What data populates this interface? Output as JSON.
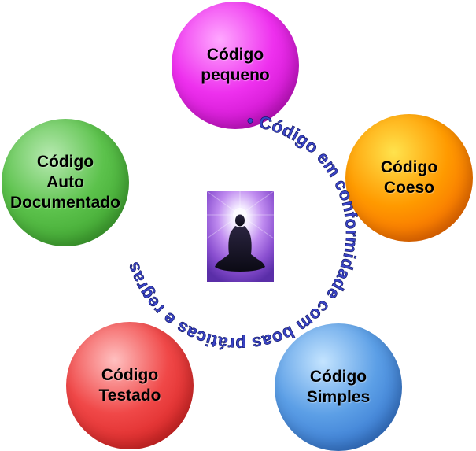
{
  "ring_text": "• Código em conformidade com boas práticas e regras",
  "center_image_icon": "meditating-figure-silhouette",
  "nodes": [
    {
      "id": "pequeno",
      "lines": [
        "Código",
        "pequeno"
      ],
      "color_light": "#ffa8ff",
      "color_mid": "#ee30ee",
      "color_dark": "#b400b4"
    },
    {
      "id": "coeso",
      "lines": [
        "Código",
        "Coeso"
      ],
      "color_light": "#ffe34d",
      "color_mid": "#ff9a00",
      "color_dark": "#f05000"
    },
    {
      "id": "simples",
      "lines": [
        "Código",
        "Simples"
      ],
      "color_light": "#c4e4ff",
      "color_mid": "#5c9fe6",
      "color_dark": "#1f5fc2"
    },
    {
      "id": "testado",
      "lines": [
        "Código",
        "Testado"
      ],
      "color_light": "#ffc0c0",
      "color_mid": "#f04848",
      "color_dark": "#cc1111"
    },
    {
      "id": "auto-documentado",
      "lines": [
        "Código",
        "Auto",
        "Documentado"
      ],
      "color_light": "#b8eab2",
      "color_mid": "#5cc24c",
      "color_dark": "#2f9620"
    }
  ],
  "colors": {
    "ring_text": "#3a44c6",
    "ring_text_outline": "#0a0f5a"
  }
}
